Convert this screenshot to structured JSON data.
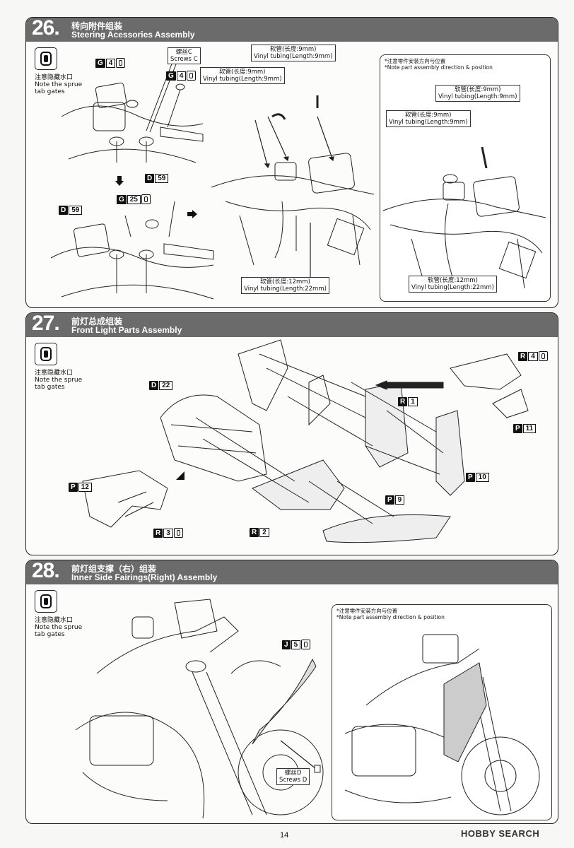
{
  "steps": [
    {
      "number": "26.",
      "title_cn": "转向附件组装",
      "title_en": "Steering Acessories Assembly",
      "sprue_note": {
        "cn": "注意隐藏水口",
        "en1": "Note the sprue",
        "en2": "tab gates"
      },
      "labels": {
        "screws_cn": "螺丝C",
        "screws_en": "Screws C",
        "tube9a_cn": "软管(长度:9mm)",
        "tube9a_en": "Vinyl tubing(Length:9mm)",
        "tube9b_cn": "软管(长度:9mm)",
        "tube9b_en": "Vinyl tubing(Length:9mm)",
        "tube12_cn": "软管(长度:12mm)",
        "tube12_en": "Vinyl tubing(Length:22mm)"
      },
      "parts": {
        "g4a": {
          "k": "G",
          "n": "4"
        },
        "g4b": {
          "k": "G",
          "n": "4"
        },
        "g25": {
          "k": "G",
          "n": "25"
        },
        "d59a": {
          "k": "D",
          "n": "59"
        },
        "d59b": {
          "k": "D",
          "n": "59"
        }
      },
      "inset": {
        "note_cn": "*注意零件安装方向与位置",
        "note_en": "*Note part assembly direction & position",
        "tube9a_cn": "软管(长度:9mm)",
        "tube9a_en": "Vinyl tubing(Length:9mm)",
        "tube9b_cn": "软管(长度:9mm)",
        "tube9b_en": "Vinyl tubing(Length:9mm)",
        "tube12_cn": "软管(长度:12mm)",
        "tube12_en": "Vinyl tubing(Length:22mm)"
      }
    },
    {
      "number": "27.",
      "title_cn": "前灯总成组装",
      "title_en": "Front Light Parts Assembly",
      "sprue_note": {
        "cn": "注意隐藏水口",
        "en1": "Note the sprue",
        "en2": "tab gates"
      },
      "parts": {
        "d22": {
          "k": "D",
          "n": "22"
        },
        "r4": {
          "k": "R",
          "n": "4"
        },
        "r1": {
          "k": "R",
          "n": "1"
        },
        "p11": {
          "k": "P",
          "n": "11"
        },
        "p10": {
          "k": "P",
          "n": "10"
        },
        "p12": {
          "k": "P",
          "n": "12"
        },
        "p9": {
          "k": "P",
          "n": "9"
        },
        "r3": {
          "k": "R",
          "n": "3"
        },
        "r2": {
          "k": "R",
          "n": "2"
        }
      }
    },
    {
      "number": "28.",
      "title_cn": "前灯组支撑（右）组装",
      "title_en": "Inner Side Fairings(Right) Assembly",
      "sprue_note": {
        "cn": "注意隐藏水口",
        "en1": "Note the sprue",
        "en2": "tab gates"
      },
      "labels": {
        "screws_cn": "螺丝D",
        "screws_en": "Screws D"
      },
      "parts": {
        "j5": {
          "k": "J",
          "n": "5"
        }
      },
      "inset": {
        "note_cn": "*注意零件安装方向与位置",
        "note_en": "*Note part assembly direction & position"
      }
    }
  ],
  "page_number": "14",
  "brand": "HOBBY SEARCH",
  "colors": {
    "header": "#6b6b6b",
    "line": "#222222"
  }
}
